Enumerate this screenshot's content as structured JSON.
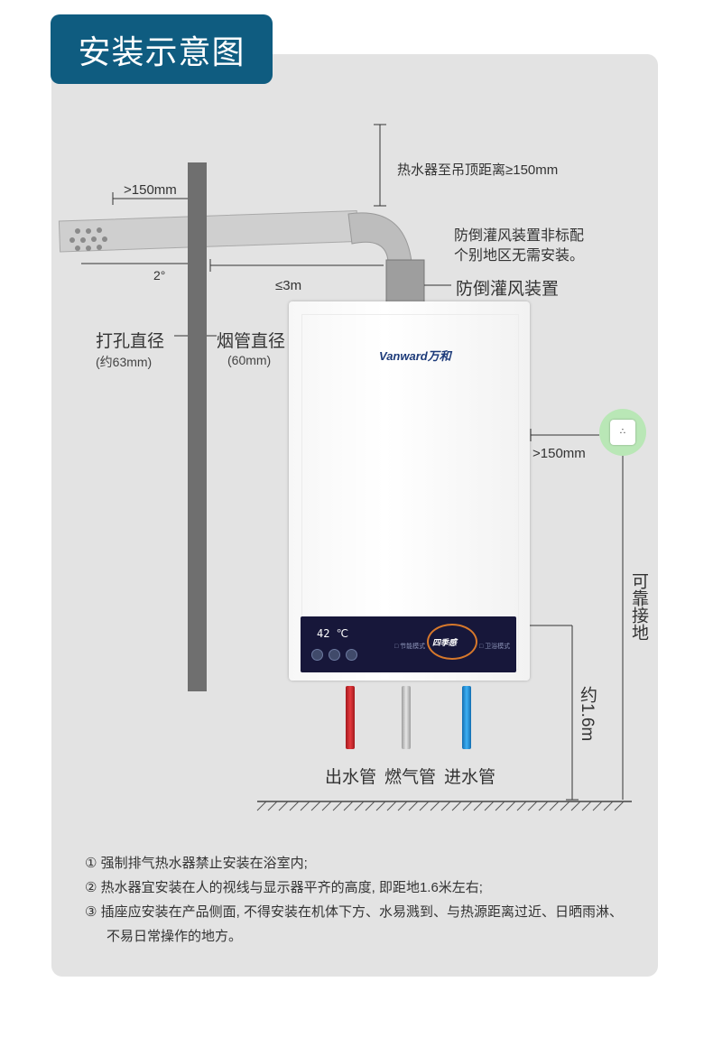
{
  "title": "安装示意图",
  "labels": {
    "ceiling_clearance": "热水器至吊顶距离≥150mm",
    "wall_overhang": ">150mm",
    "slope": "2°",
    "max_length": "≤3m",
    "anti_wind_note_line1": "防倒灌风装置非标配",
    "anti_wind_note_line2": "个别地区无需安装。",
    "anti_wind_device": "防倒灌风装置",
    "hole_diameter": "打孔直径",
    "hole_diameter_value": "(约63mm)",
    "flue_diameter": "烟管直径",
    "flue_diameter_value": "(60mm)",
    "socket_distance": ">150mm",
    "grounding": "可靠接地",
    "height": "约1.6m",
    "pipe_out": "出水管",
    "pipe_gas": "燃气管",
    "pipe_in": "进水管"
  },
  "heater": {
    "brand": "Vanward万和",
    "display_temp": "42 ℃",
    "center_label": "四季感",
    "mode_left": "□ 节能模式",
    "mode_right": "□ 卫浴模式"
  },
  "notes": [
    "① 强制排气热水器禁止安装在浴室内;",
    "② 热水器宜安装在人的视线与显示器平齐的高度, 即距地1.6米左右;",
    "③ 插座应安装在产品侧面, 不得安装在机体下方、水易溅到、与热源距离过近、日晒雨淋、",
    "不易日常操作的地方。"
  ],
  "colors": {
    "title_bg": "#0f5c80",
    "hot_pipe": "#d8262b",
    "gas_pipe": "#c9c9c9",
    "cold_pipe": "#1e8fe0",
    "socket_ring": "#b9e7b6"
  }
}
